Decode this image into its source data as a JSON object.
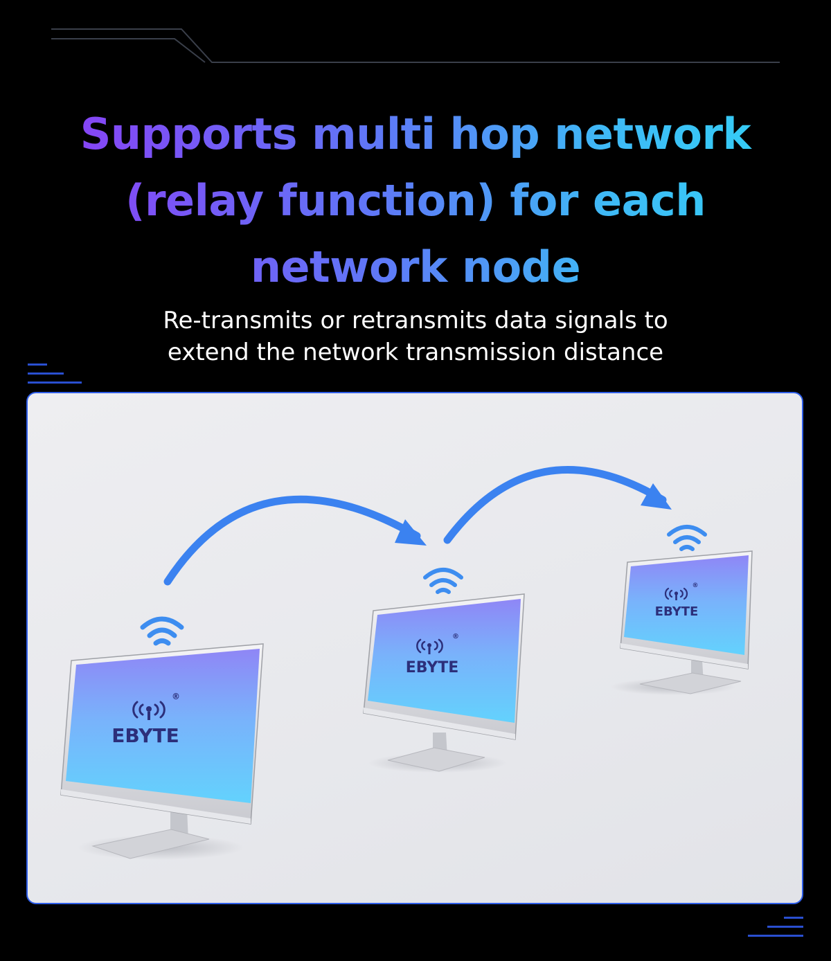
{
  "title": {
    "line1": "Supports multi hop network",
    "line2": "(relay function) for each",
    "line3": "network node"
  },
  "subtitle": {
    "line1": "Re-transmits or retransmits data signals to",
    "line2": "extend the network transmission distance"
  },
  "brand": "EBYTE",
  "registered_mark": "®",
  "colors": {
    "background": "#000000",
    "title_gradient_start": "#8a3ff5",
    "title_gradient_end": "#33d0f6",
    "panel_border": "#2f5ee8",
    "arrow": "#3b82f0",
    "wifi": "#3d8df0"
  }
}
